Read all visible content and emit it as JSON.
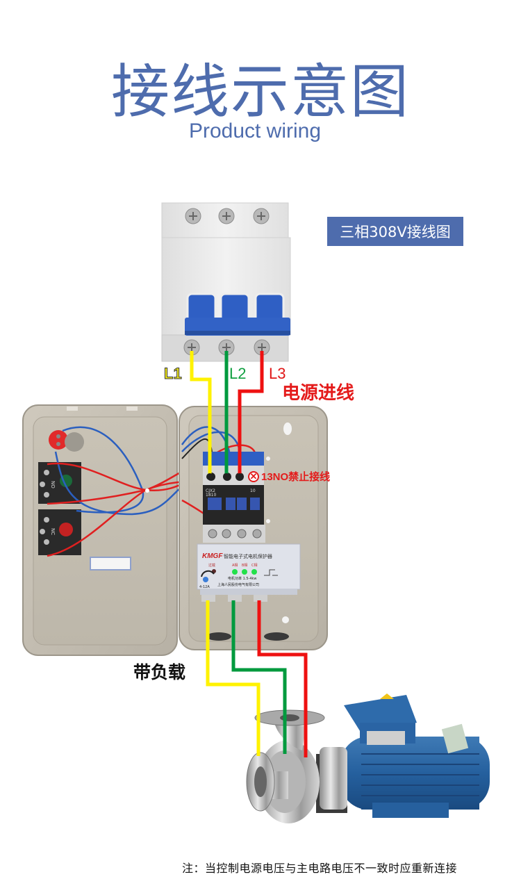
{
  "header": {
    "title": "接线示意图",
    "subtitle": "Product wiring"
  },
  "badge": {
    "label": "三相308V接线图"
  },
  "breaker": {
    "type": "3-pole circuit breaker",
    "color_handle": "#2f5fc4"
  },
  "phase_labels": {
    "l1": "L1",
    "l2": "L2",
    "l3": "L3"
  },
  "power_input_label": "电源进线",
  "contactor": {
    "model": "CJX2",
    "rating": "1810",
    "aux": "10"
  },
  "warning": {
    "icon": "x-circle-icon",
    "text": "13NO禁止接线"
  },
  "protector": {
    "brand": "KMGF",
    "name": "智能电子式电机保护器",
    "indicator_overload": "过载",
    "phase_leds": [
      "A相",
      "B相",
      "C相"
    ],
    "power_text": "电机功率 1.5-4kw",
    "company": "上海人民股份电气有限公司",
    "range": "4-12A"
  },
  "switch_block": {
    "top_contact": "NO",
    "bottom_contact": "NC"
  },
  "load_label": "带负载",
  "note": "注：当控制电源电压与主电路电压不一致时应重新连接",
  "colors": {
    "accent": "#4e6cad",
    "wire_l1": "#fff200",
    "wire_l2": "#009a3e",
    "wire_l3": "#ee1111",
    "warning": "#e41b1b"
  }
}
